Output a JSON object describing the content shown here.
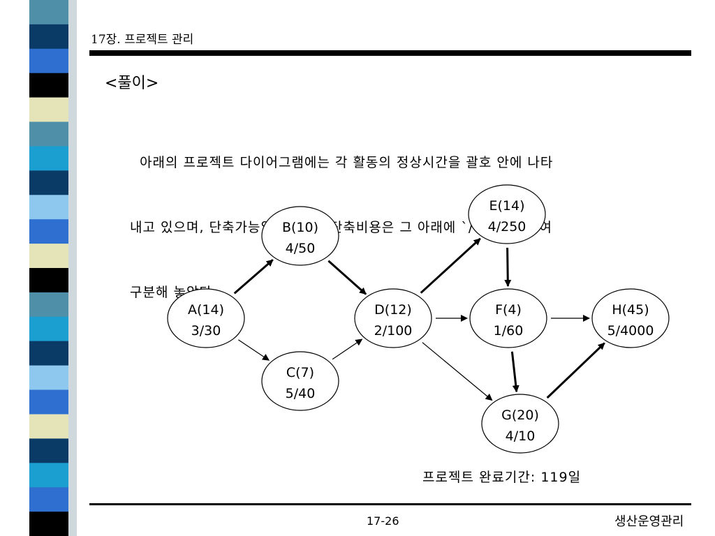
{
  "header": {
    "chapter": "17장. 프로젝트 관리"
  },
  "heading": "<풀이>",
  "paragraph": [
    "  아래의 프로젝트 다이어그램에는 각 활동의 정상시간을 괄호 안에 나타",
    "내고 있으며, 단축가능일수와 단위단축비용은 그 아래에 `/ '를 사용하여",
    "구분해 놓았다."
  ],
  "nodes": [
    {
      "id": "A",
      "label": "A(14)",
      "sub": "3/30"
    },
    {
      "id": "B",
      "label": "B(10)",
      "sub": "4/50"
    },
    {
      "id": "C",
      "label": "C(7)",
      "sub": "5/40"
    },
    {
      "id": "D",
      "label": "D(12)",
      "sub": "2/100"
    },
    {
      "id": "E",
      "label": "E(14)",
      "sub": "4/250"
    },
    {
      "id": "F",
      "label": "F(4)",
      "sub": "1/60"
    },
    {
      "id": "G",
      "label": "G(20)",
      "sub": "4/10"
    },
    {
      "id": "H",
      "label": "H(45)",
      "sub": "5/4000"
    }
  ],
  "edges": [
    {
      "from": "A",
      "to": "B",
      "critical": true
    },
    {
      "from": "A",
      "to": "C",
      "critical": false
    },
    {
      "from": "B",
      "to": "D",
      "critical": true
    },
    {
      "from": "C",
      "to": "D",
      "critical": false
    },
    {
      "from": "D",
      "to": "E",
      "critical": true
    },
    {
      "from": "D",
      "to": "F",
      "critical": false
    },
    {
      "from": "D",
      "to": "G",
      "critical": false
    },
    {
      "from": "E",
      "to": "F",
      "critical": true
    },
    {
      "from": "F",
      "to": "G",
      "critical": true
    },
    {
      "from": "F",
      "to": "H",
      "critical": false
    },
    {
      "from": "G",
      "to": "H",
      "critical": true
    }
  ],
  "completion": "프로젝트 완료기간: 119일",
  "footer": {
    "page": "17-26",
    "course": "생산운영관리"
  },
  "colors": {
    "navy": "#0a3a66",
    "blue": "#2e6fd0",
    "cyan": "#1a9fd0",
    "lightblue": "#8ec8ee",
    "teal": "#4f8fa8",
    "cream": "#e4e4b8",
    "black": "#000000"
  }
}
